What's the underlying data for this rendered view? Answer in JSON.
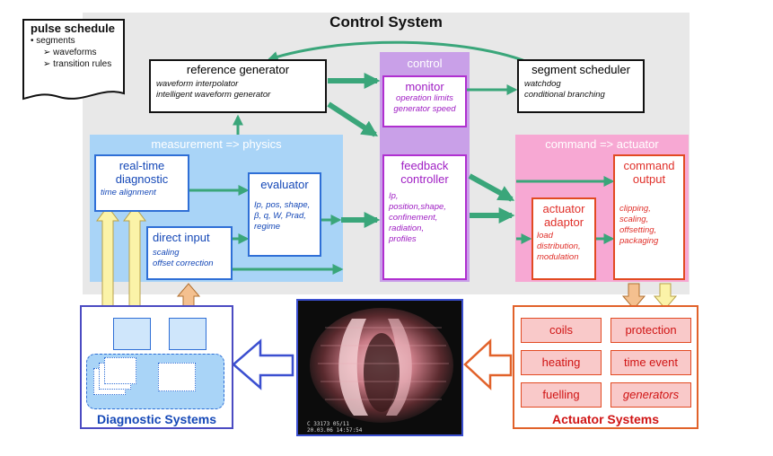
{
  "title": "Control System",
  "pulse_schedule": {
    "title": "pulse schedule",
    "line1": "• segments",
    "line2": "waveforms",
    "line3": "transition rules"
  },
  "reference_generator": {
    "title": "reference generator",
    "line1": "waveform interpolator",
    "line2": "intelligent waveform generator"
  },
  "segment_scheduler": {
    "title": "segment scheduler",
    "line1": "watchdog",
    "line2": "conditional branching"
  },
  "control": {
    "header": "control",
    "monitor_title": "monitor",
    "monitor_line1": "operation limits",
    "monitor_line2": "generator speed",
    "feedback_title1": "feedback",
    "feedback_title2": "controller",
    "feedback_items": "Ip,\nposition,shape,\nconfinement,\nradiation,\nprofiles"
  },
  "measurement": {
    "header": "measurement => physics",
    "rtd_title1": "real-time",
    "rtd_title2": "diagnostic",
    "rtd_line": "time alignment",
    "evaluator_title": "evaluator",
    "evaluator_line1": "Ip, pos, shape,",
    "evaluator_line2": "β, q, W, Prad,",
    "evaluator_line3": "regime",
    "direct_title": "direct input",
    "direct_line1": "scaling",
    "direct_line2": "offset correction"
  },
  "command": {
    "header": "command => actuator",
    "output_title1": "command",
    "output_title2": "output",
    "output_items": "clipping,\nscaling,\noffsetting,\npackaging",
    "adaptor_title1": "actuator",
    "adaptor_title2": "adaptor",
    "adaptor_items": "load\ndistribution,\nmodulation"
  },
  "diagnostic_systems": {
    "label": "Diagnostic Systems"
  },
  "actuator_systems": {
    "label": "Actuator Systems",
    "cells": [
      "coils",
      "protection",
      "heating",
      "time event",
      "fuelling",
      "generators"
    ]
  },
  "photo": {
    "caption1": "C 33173 05/11",
    "caption2": "20.03.06 14:57:54"
  },
  "colors": {
    "arrow_green": "#3aa67a",
    "meas_bg": "#a9d4f7",
    "control_bg": "#c9a0e8",
    "command_bg": "#f7a8d3",
    "diag_blue": "#1548b7",
    "actuator_red": "#e0302a"
  }
}
